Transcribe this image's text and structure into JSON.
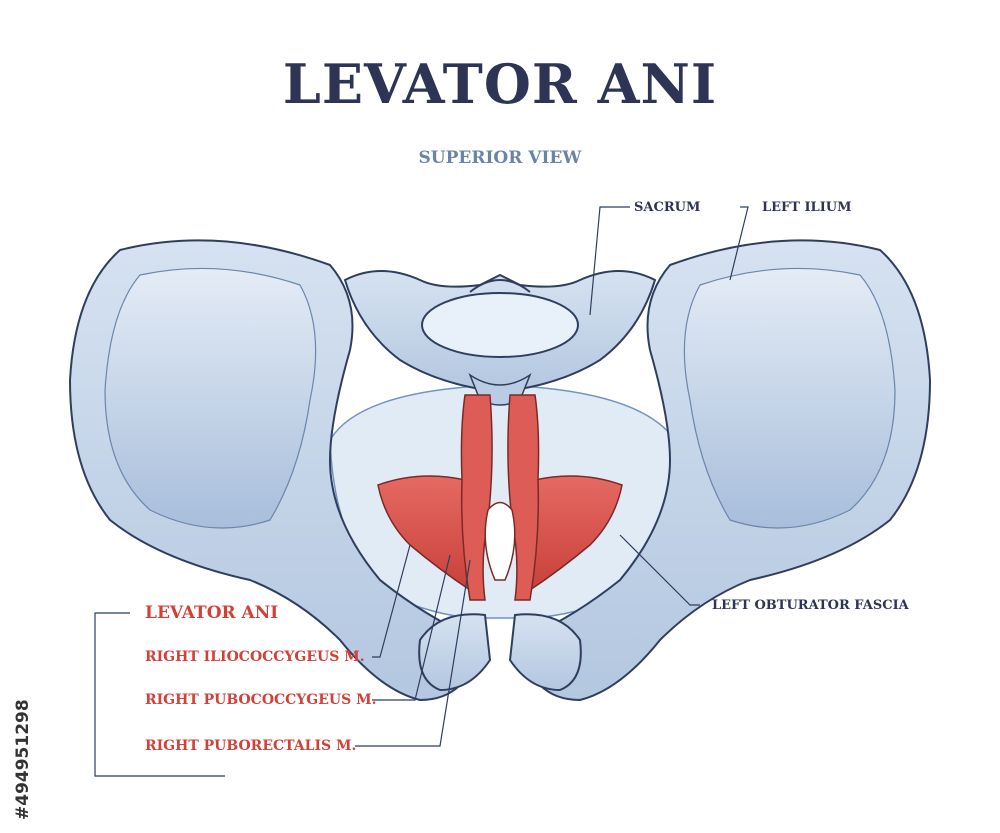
{
  "title": "LEVATOR ANI",
  "subtitle": "SUPERIOR VIEW",
  "labels": {
    "sacrum": "SACRUM",
    "left_ilium": "LEFT ILIUM",
    "left_obturator_fascia": "LEFT OBTURATOR FASCIA",
    "levator_ani": "LEVATOR ANI",
    "right_iliococcygeus": "RIGHT ILIOCOCCYGEUS M.",
    "right_pubococcygeus": "RIGHT PUBOCOCCYGEUS M.",
    "right_puborectalis": "RIGHT PUBORECTALIS M."
  },
  "stock_id": "#494951298",
  "colors": {
    "bone": "#c6d6ea",
    "bone_outline": "#2f3e5e",
    "muscle": "#d9534f",
    "heading": "#2d3456",
    "accent_red": "#d34038"
  }
}
